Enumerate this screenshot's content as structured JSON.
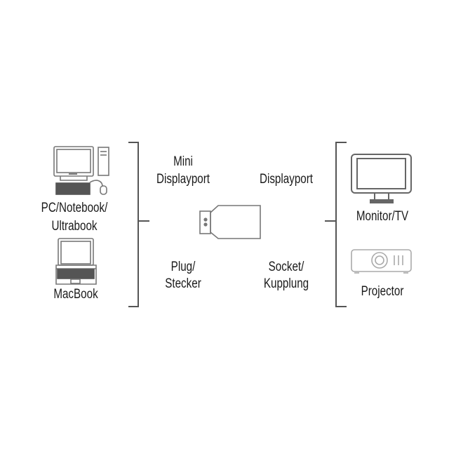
{
  "sources": {
    "pc": "PC/Notebook/",
    "pc_line2": "Ultrabook",
    "mac": "MacBook"
  },
  "adapter": {
    "plug_type_line1": "Mini",
    "plug_type_line2": "Displayport",
    "socket_type": "Displayport",
    "plug_label_line1": "Plug/",
    "plug_label_line2": "Stecker",
    "socket_label_line1": "Socket/",
    "socket_label_line2": "Kupplung"
  },
  "targets": {
    "monitor": "Monitor/TV",
    "projector": "Projector"
  },
  "colors": {
    "line": "#555555",
    "text": "#1a1a1a",
    "icon_light": "#9a9a9a"
  }
}
